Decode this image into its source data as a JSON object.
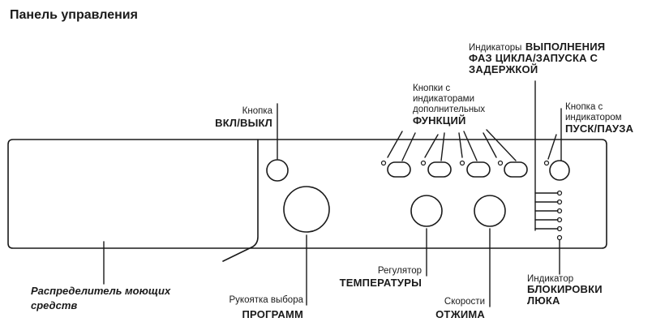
{
  "title": "Панель управления",
  "labels": {
    "power": {
      "line1": "Кнопка",
      "line2": "ВКЛ/ВЫКЛ"
    },
    "functions": {
      "line1": "Кнопки с",
      "line2": "индикаторами",
      "line3": "дополнительных",
      "line4": "ФУНКЦИЙ"
    },
    "phases": {
      "prefix": "Индикаторы",
      "line1b": "ВЫПОЛНЕНИЯ",
      "line2": "ФАЗ ЦИКЛА/ЗАПУСКА С",
      "line3": "ЗАДЕРЖКОЙ"
    },
    "start_pause": {
      "line1": "Кнопка с",
      "line2": "индикатором",
      "line3": "ПУСК/ПАУЗА"
    },
    "detergent": {
      "line1": "Распределитель моющих",
      "line2": "средств"
    },
    "program": {
      "line1": "Рукоятка выбора",
      "line2": "ПРОГРАММ"
    },
    "temperature": {
      "line1": "Регулятор",
      "line2": "ТЕМПЕРАТУРЫ"
    },
    "spin": {
      "line1": "Скорости",
      "line2": "ОТЖИМА"
    },
    "door_lock": {
      "line1": "Индикатор",
      "line2": "БЛОКИРОВКИ",
      "line3": "ЛЮКА"
    }
  }
}
